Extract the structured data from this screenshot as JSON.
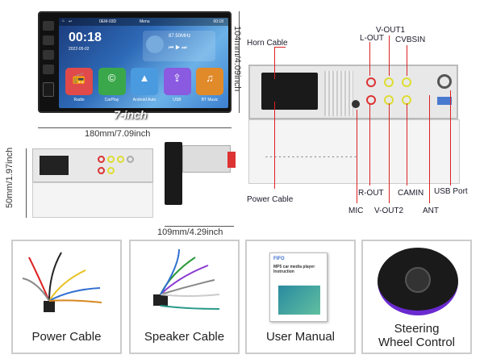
{
  "front_unit": {
    "time": "00:18",
    "date": "2022-05-02",
    "statusbar_title": "Menu",
    "status_left": "0EM-03D",
    "status_time": "00:18",
    "freq": "87.50MHz",
    "apps": [
      {
        "label": "Radio",
        "icon": "radio-icon"
      },
      {
        "label": "CarPlay",
        "icon": "carplay-icon"
      },
      {
        "label": "Android Auto",
        "icon": "android-auto-icon"
      },
      {
        "label": "USB",
        "icon": "usb-icon"
      },
      {
        "label": "BT Music",
        "icon": "music-icon"
      }
    ],
    "size_badge": "7-inch"
  },
  "dimensions": {
    "width": "180mm/7.09inch",
    "height": "104mm/4.09inch",
    "side_height": "50mm/1.97inch",
    "depth": "109mm/4.29inch"
  },
  "back_labels": {
    "horn_cable": "Horn Cable",
    "power_cable": "Power Cable",
    "l_out": "L-OUT",
    "v_out1": "V-OUT1",
    "cvbsin": "CVBSIN",
    "r_out": "R-OUT",
    "camin": "CAMIN",
    "usb_port": "USB Port",
    "mic": "MIC",
    "v_out2": "V-OUT2",
    "ant": "ANT"
  },
  "accessories": [
    {
      "label": "Power Cable"
    },
    {
      "label": "Speaker Cable"
    },
    {
      "label": "User Manual"
    },
    {
      "label": "Steering\nWheel Control"
    }
  ],
  "manual": {
    "brand": "FIFO",
    "title": "MP5 car media player Instruction"
  },
  "colors": {
    "accent_line": "#d22222",
    "screen": "#2e6ab8"
  }
}
